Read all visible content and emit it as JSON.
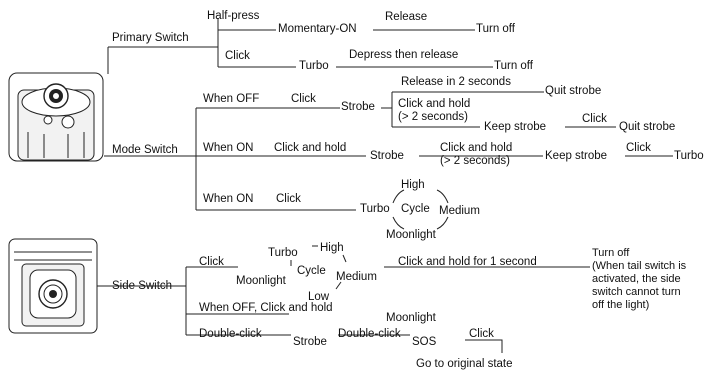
{
  "primary": {
    "label": "Primary Switch",
    "half_press": "Half-press",
    "momentary_on": "Momentary-ON",
    "release": "Release",
    "turn_off_1": "Turn off",
    "click": "Click",
    "turbo": "Turbo",
    "depress_release": "Depress then release",
    "turn_off_2": "Turn off"
  },
  "mode": {
    "label": "Mode Switch",
    "row1": {
      "when": "When OFF",
      "action": "Click",
      "result": "Strobe",
      "release2s": "Release in 2 seconds",
      "quit_strobe": "Quit strobe",
      "click_hold": "Click and hold\n(> 2 seconds)",
      "keep_strobe": "Keep strobe",
      "click": "Click",
      "quit_strobe2": "Quit strobe"
    },
    "row2": {
      "when": "When ON",
      "action": "Click and hold",
      "result": "Strobe",
      "click_hold": "Click and hold\n(> 2 seconds)",
      "keep_strobe": "Keep strobe",
      "click": "Click",
      "turbo": "Turbo"
    },
    "row3": {
      "when": "When ON",
      "action": "Click",
      "turbo": "Turbo",
      "cycle": "Cycle",
      "high": "High",
      "medium": "Medium",
      "moonlight": "Moonlight"
    }
  },
  "side": {
    "label": "Side Switch",
    "click": "Click",
    "turbo": "Turbo",
    "high": "High",
    "cycle": "Cycle",
    "moonlight": "Moonlight",
    "medium": "Medium",
    "low": "Low",
    "click_hold_1s": "Click and hold for 1 second",
    "turn_off_note": "Turn off\n(When tail switch is\nactivated, the side\nswitch cannot turn\noff the light)",
    "when_off_hold": "When OFF, Click and hold",
    "moonlight2": "Moonlight",
    "double_click": "Double-click",
    "strobe": "Strobe",
    "double_click2": "Double-click",
    "sos": "SOS",
    "click2": "Click",
    "go_original": "Go to original state"
  },
  "colors": {
    "line": "#222222",
    "text": "#111111",
    "illustration_fill": "#f2f2f2"
  },
  "icons": [
    "flashlight-tail-illustration",
    "flashlight-side-illustration"
  ]
}
